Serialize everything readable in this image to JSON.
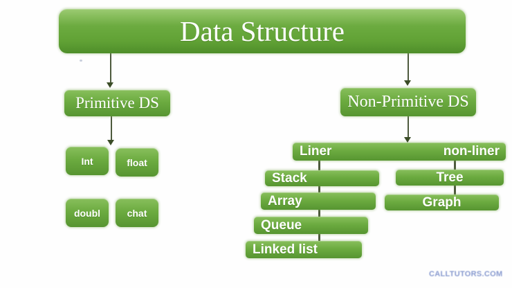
{
  "diagram": {
    "title": "Data Structure",
    "watermark": "CALLTUTORS.COM",
    "colors": {
      "box_green": "#6cab40",
      "box_green_light": "#88bf5c",
      "box_green_dark": "#579531",
      "connector": "#4d5a3d",
      "arrow": "#3b4d27",
      "watermark_blue": "#7b8fca"
    },
    "nodes": {
      "primitive": "Primitive DS",
      "non_primitive": "Non-Primitive DS",
      "liner": "Liner",
      "non_liner": "non-liner",
      "primitive_children": [
        "Int",
        "float",
        "doubl",
        "chat"
      ],
      "liner_children": [
        "Stack",
        "Array",
        "Queue",
        "Linked list"
      ],
      "non_liner_children": [
        "Tree",
        "Graph"
      ]
    }
  }
}
